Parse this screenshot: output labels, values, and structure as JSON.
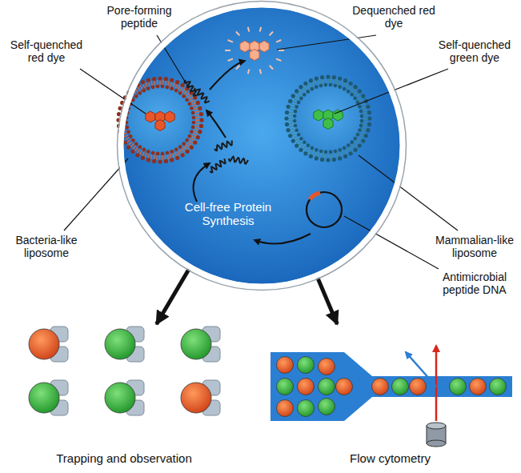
{
  "diagram": {
    "nodes": [
      {
        "text": [
          "Cell-free Protein Synthesis"
        ]
      },
      {
        "text": [
          "Trapping and observation"
        ]
      },
      {
        "text": [
          "Flow cytometry"
        ]
      }
    ],
    "edges": [
      {
        "from": 0,
        "to": 1,
        "arrow": "to"
      },
      {
        "from": 0,
        "to": 2,
        "arrow": "to"
      }
    ],
    "labels": [
      "Pore-forming peptide",
      "Dequenched red dye",
      "Self-quenched red dye",
      "Self-quenched green dye",
      "Bacteria-like liposome",
      "Mammalian-like liposome",
      "Antimicrobial peptide DNA"
    ]
  }
}
